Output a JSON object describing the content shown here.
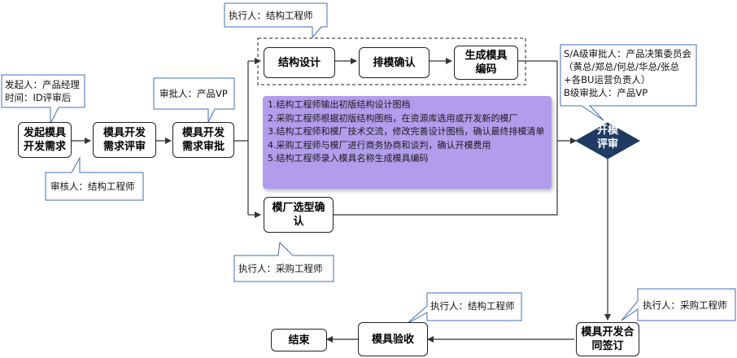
{
  "nodes": {
    "start": "发起模具\n开发需求",
    "review": "模具开发\n需求评审",
    "approve": "模具开发\n需求审批",
    "struct_design": "结构设计",
    "layout_confirm": "排模确认",
    "gen_code": "生成模具\n编码",
    "factory_select": "模厂选型确\n认",
    "open_review": "开模\n评审",
    "contract": "模具开发合\n同签订",
    "acceptance": "模具验收",
    "end": "结束"
  },
  "callouts": {
    "initiator": "发起人：产品经理\n时间：ID评审后",
    "reviewer": "审核人：结构工程师",
    "approver": "审批人：产品VP",
    "exec_struct_top": "执行人：结构工程师",
    "exec_purchase_mid": "执行人：采购工程师",
    "open_review_approvers": "S/A级审批人：产品决策委员会（黄总/郑总/何总/华总/张总+各BU运营负责人）\nB级审批人：产品VP",
    "exec_purchase_contract": "执行人：采购工程师",
    "exec_struct_accept": "执行人：结构工程师"
  },
  "notes": [
    "1.结构工程师输出初版结构设计图档",
    "2.采购工程师根据初版结构图档，在资源库选用或开发新的模厂",
    "3.结构工程师和模厂技术交流，修改完善设计图档，确认最终排模清单",
    "4.采购工程师与模厂进行商务协商和谈判，确认开模费用",
    "5.结构工程师录入模具名称生成模具编码"
  ],
  "colors": {
    "callout_border": "#3f6fbf",
    "diamond_fill": "#1f3b63",
    "note_fill": "#b39cec",
    "line": "#333333"
  }
}
